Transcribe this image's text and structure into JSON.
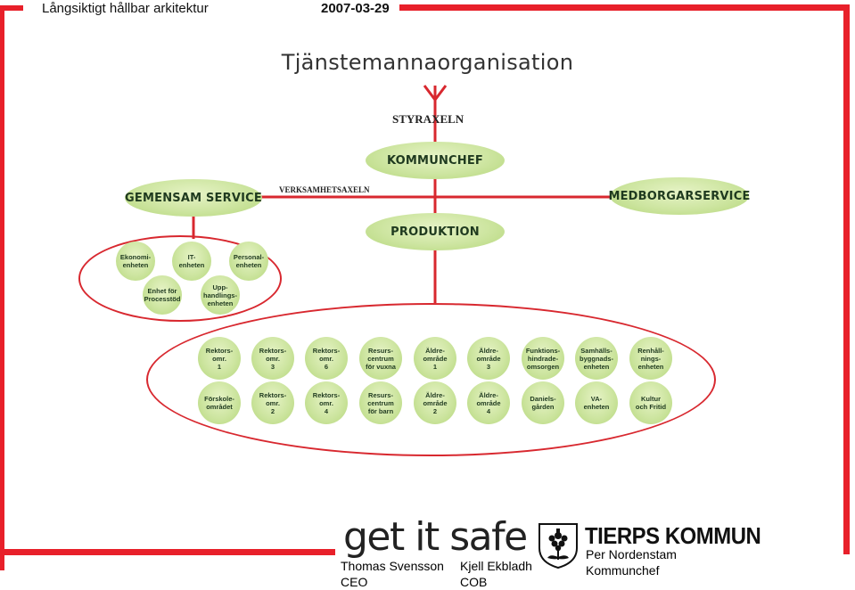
{
  "header": {
    "left": "Långsiktigt hållbar arkitektur",
    "date": "2007-03-29"
  },
  "diagram": {
    "title": "Tjänstemannaorganisation",
    "axis_steering": "STYRAXELN",
    "axis_operations": "VERKSAMHETSAXELN",
    "main_nodes": {
      "ceo": "KOMMUNCHEF",
      "shared_service": "GEMENSAM SERVICE",
      "citizen_service": "MEDBORGARSERVICE",
      "production": "PRODUKTION"
    },
    "service_units": [
      "Ekonomi-\nenheten",
      "IT-\nenheten",
      "Personal-\nenheten",
      "Enhet för\nProcesstöd",
      "Upp-\nhandlings-\nenheten"
    ],
    "production_units_row1": [
      "Rektors-\nomr.\n1",
      "Rektors-\nomr.\n3",
      "Rektors-\nomr.\n6",
      "Resurs-\ncentrum\nför vuxna",
      "Äldre-\nområde\n1",
      "Äldre-\nområde\n3",
      "Funktions-\nhindrade-\nomsorgen",
      "Samhälls-\nbyggnads-\nenheten",
      "Renhåll-\nnings-\nenheten"
    ],
    "production_units_row2": [
      "Förskole-\nområdet",
      "Rektors-\nomr.\n2",
      "Rektors-\nomr.\n4",
      "Resurs-\ncentrum\nför barn",
      "Äldre-\nområde\n2",
      "Äldre-\nområde\n4",
      "Daniels-\ngården",
      "VA-\nenheten",
      "Kultur\noch Fritid"
    ]
  },
  "footer": {
    "logo_getitsafe": "get it safe",
    "logo_tierp": "TIERPS KOMMUN",
    "person1_name": "Thomas Svensson",
    "person1_role": "CEO",
    "person2_name": "Kjell Ekbladh",
    "person2_role": "COB",
    "person3_name": "Per Nordenstam",
    "person3_role": "Kommunchef"
  },
  "colors": {
    "frame_red": "#e8202a",
    "node_green": "#cde5a0",
    "line_red": "#d8282f"
  }
}
